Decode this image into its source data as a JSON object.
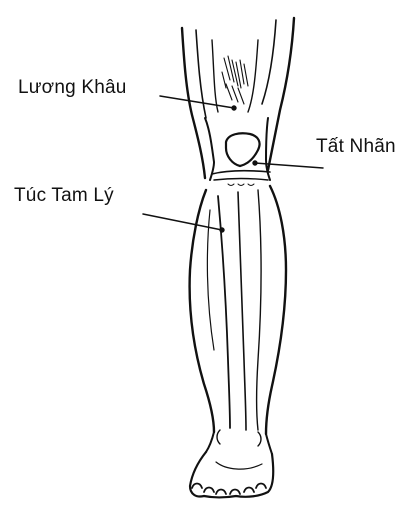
{
  "diagram": {
    "acupoints": [
      {
        "name": "Lương Khâu"
      },
      {
        "name": "Tất Nhãn"
      },
      {
        "name": "Túc Tam Lý"
      }
    ],
    "colors": {
      "line": "#111111",
      "background": "#ffffff"
    }
  }
}
